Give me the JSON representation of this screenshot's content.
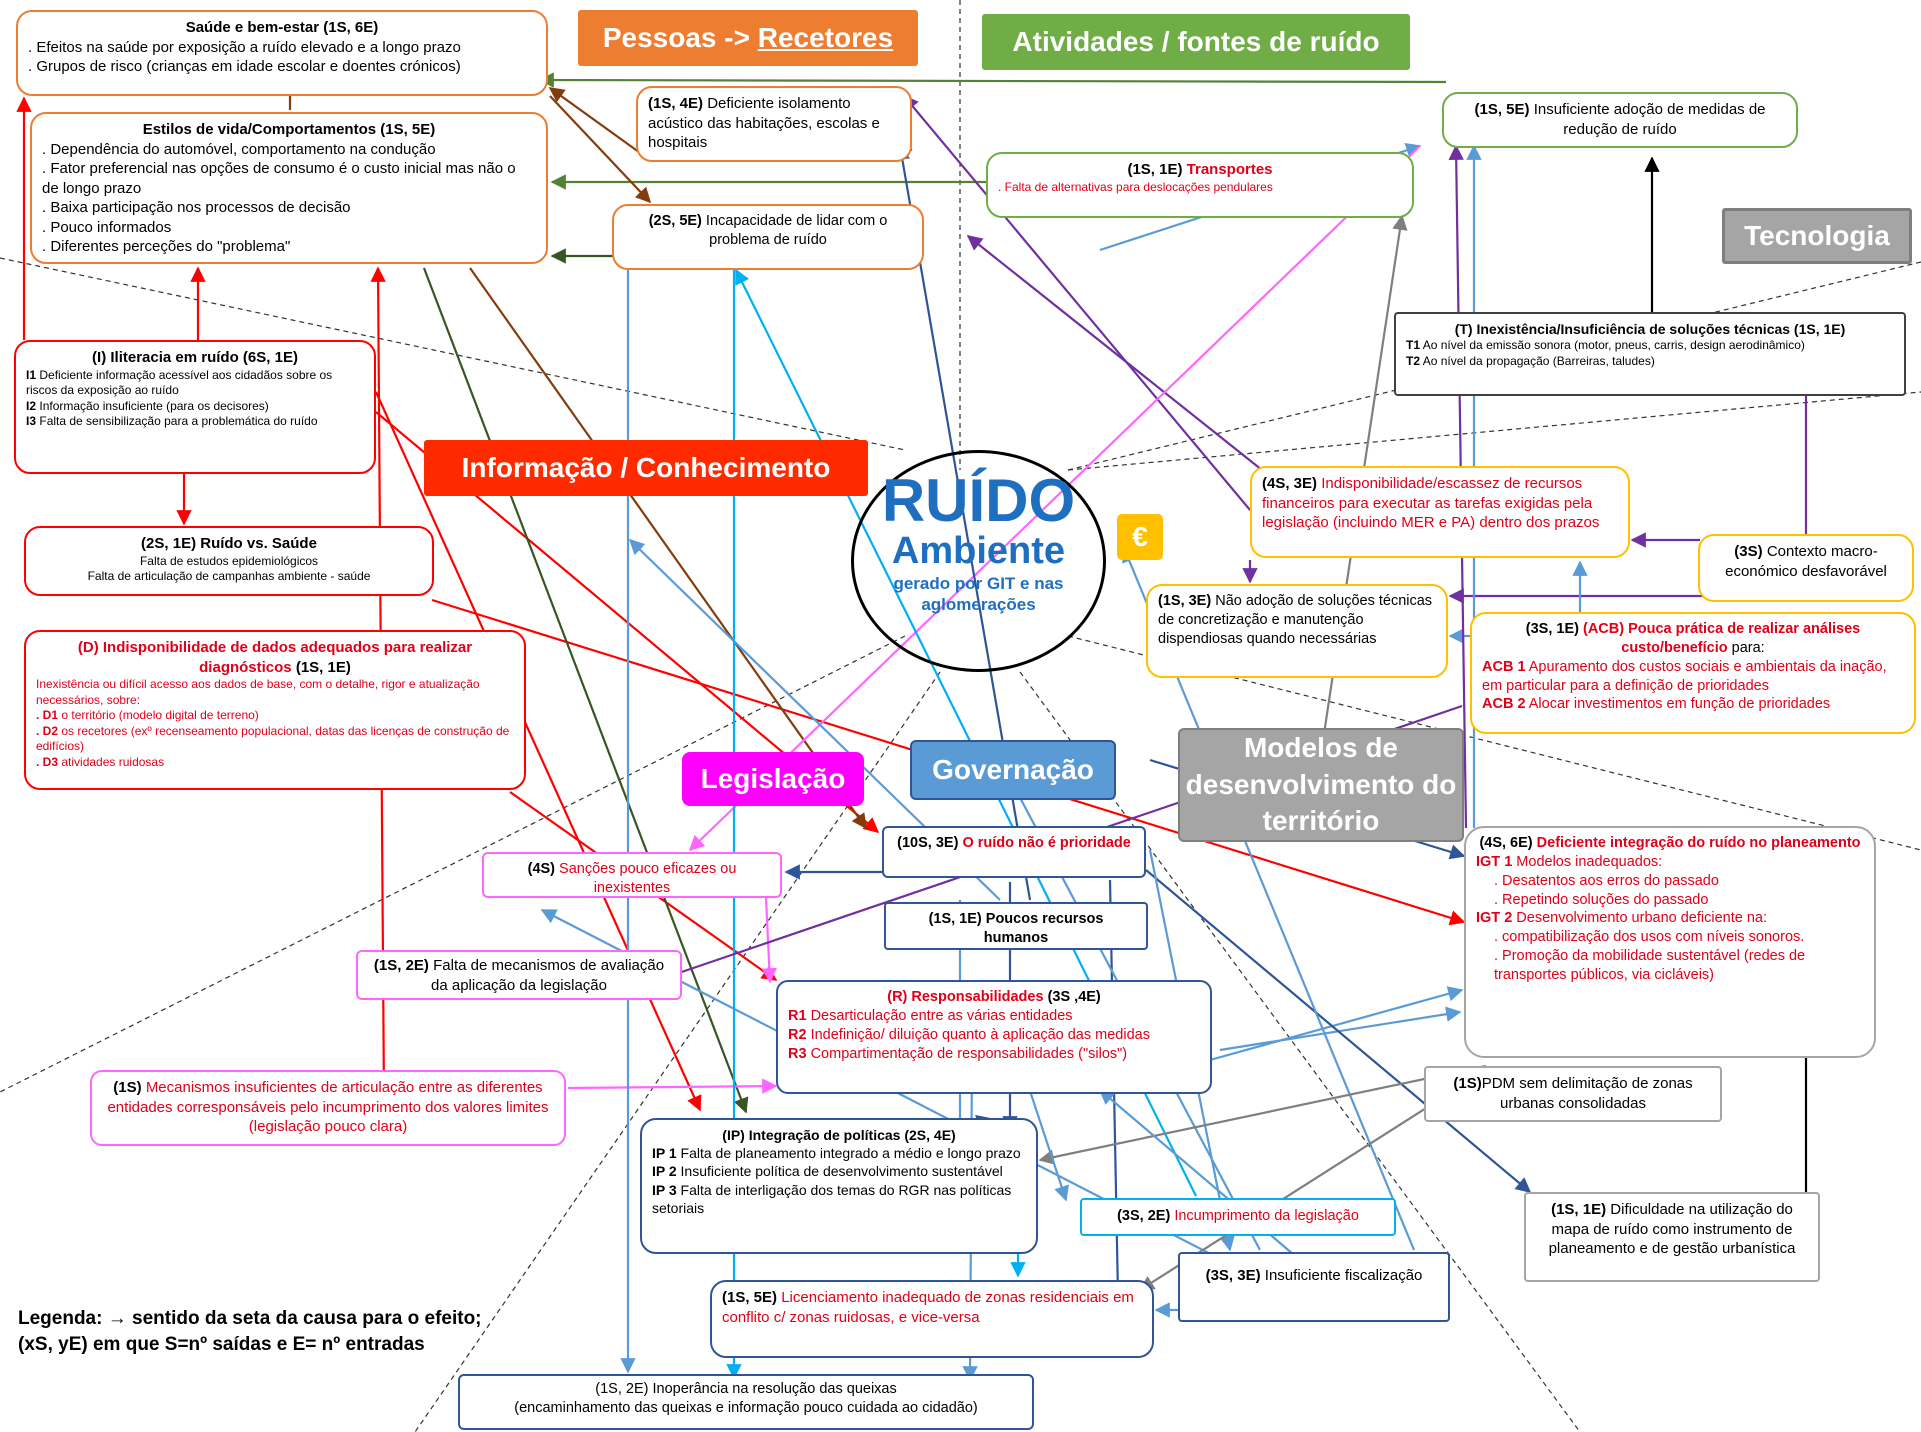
{
  "categories": {
    "pessoas_a": "Pessoas -> ",
    "pessoas_b": "Recetores",
    "atividades": "Atividades / fontes de ruído",
    "tecnologia": "Tecnologia",
    "informacao": "Informação / Conhecimento",
    "legislacao": "Legislação",
    "governacao": "Governação",
    "modelos": "Modelos de desenvolvimento do território"
  },
  "hub": {
    "title": "RUÍDO",
    "subtitle": "Ambiente",
    "caption": "gerado por GIT e nas aglomerações"
  },
  "euro_symbol": "€",
  "boxes": {
    "saude": {
      "title": "Saúde e bem-estar (1S, 6E)",
      "lines": [
        ". Efeitos na saúde por exposição a ruído elevado e a longo prazo",
        ". Grupos de risco (crianças em idade escolar e doentes crónicos)"
      ]
    },
    "estilos": {
      "title": "Estilos de vida/Comportamentos (1S, 5E)",
      "lines": [
        ". Dependência do automóvel, comportamento na condução",
        ". Fator preferencial nas opções de consumo é o custo inicial mas não o de longo prazo",
        ". Baixa participação nos processos de decisão",
        ". Pouco informados",
        ". Diferentes perceções do \"problema\""
      ]
    },
    "isolamento": {
      "code": "(1S, 4E)",
      "text": "Deficiente isolamento acústico das habitações, escolas e hospitais"
    },
    "incapacidade": {
      "code": "(2S, 5E)",
      "text": "Incapacidade de lidar com o problema de ruído"
    },
    "transportes": {
      "code": "(1S, 1E)",
      "title": "Transportes",
      "text": ". Falta de alternativas para deslocações pendulares"
    },
    "adocao": {
      "code": "(1S, 5E)",
      "text": "Insuficiente adoção de medidas de redução de ruído"
    },
    "tecnicas": {
      "title": "(T) Inexistência/Insuficiência de soluções técnicas (1S, 1E)",
      "t1_code": "T1",
      "t1": "Ao nível da emissão sonora (motor, pneus, carris, design aerodinâmico)",
      "t2_code": "T2",
      "t2": "Ao nível da propagação (Barreiras, taludes)"
    },
    "iliteracia": {
      "title": "(I) Iliteracia em ruído (6S, 1E)",
      "i1_code": "I1",
      "i1": "Deficiente informação acessível aos cidadãos sobre os riscos da exposição ao ruído",
      "i2_code": "I2",
      "i2": "Informação insuficiente (para os decisores)",
      "i3_code": "I3",
      "i3": "Falta de sensibilização para a problemática do ruído"
    },
    "ruido_saude": {
      "title": "(2S, 1E) Ruído vs. Saúde",
      "lines": [
        "Falta de estudos epidemiológicos",
        "Falta de articulação de campanhas ambiente - saúde"
      ]
    },
    "dados": {
      "title_a": "(D) Indisponibilidade de dados adequados para realizar diagnósticos",
      "title_b": "(1S, 1E)",
      "intro": "Inexistência ou difícil acesso aos dados de base, com o detalhe, rigor e atualização necessários, sobre:",
      "d1_code": ". D1",
      "d1": "o território (modelo digital de terreno)",
      "d2_code": ". D2",
      "d2": "os recetores (exº recenseamento populacional, datas das licenças de construção de edifícios)",
      "d3_code": ". D3",
      "d3": "atividades ruidosas"
    },
    "financeiros": {
      "code": "(4S, 3E)",
      "text": "Indisponibilidade/escassez de recursos financeiros para executar as tarefas exigidas pela legislação (incluindo MER e PA) dentro dos prazos"
    },
    "macro": {
      "code": "(3S)",
      "text": "Contexto macro-económico desfavorável"
    },
    "nao_adocao": {
      "code": "(1S, 3E)",
      "text": "Não adoção de soluções técnicas de concretização e manutenção dispendiosas quando necessárias"
    },
    "acb": {
      "code": "(3S, 1E)",
      "title": "(ACB) Pouca prática de realizar análises custo/benefício",
      "para": "para:",
      "a1_code": "ACB 1",
      "a1": "Apuramento dos custos sociais e ambientais da inação, em particular para a definição de prioridades",
      "a2_code": "ACB 2",
      "a2": "Alocar investimentos em função de prioridades"
    },
    "prioridade": {
      "code": "(10S, 3E)",
      "text": "O ruído não é prioridade"
    },
    "sancoes": {
      "code": "(4S)",
      "text": "Sanções pouco eficazes ou inexistentes"
    },
    "recursos": {
      "text": "(1S, 1E) Poucos recursos humanos"
    },
    "avaliacao": {
      "code": "(1S, 2E)",
      "text": "Falta de mecanismos de avaliação da aplicação da legislação"
    },
    "responsabilidades": {
      "title": "(R) Responsabilidades",
      "code": "(3S ,4E)",
      "r1_code": "R1",
      "r1": "Desarticulação entre as várias entidades",
      "r2_code": "R2",
      "r2": "Indefinição/ diluição quanto à aplicação das medidas",
      "r3_code": "R3",
      "r3": "Compartimentação de responsabilidades (\"silos\")"
    },
    "mecanismos": {
      "code": "(1S)",
      "text": "Mecanismos insuficientes de articulação entre as diferentes entidades corresponsáveis pelo incumprimento dos valores limites (legislação pouco clara)"
    },
    "integracao_pol": {
      "title": "(IP) Integração de políticas (2S, 4E)",
      "ip1_code": "IP 1",
      "ip1": "Falta de planeamento integrado a médio e longo prazo",
      "ip2_code": "IP 2",
      "ip2": "Insuficiente política de desenvolvimento sustentável",
      "ip3_code": "IP 3",
      "ip3": "Falta de interligação dos temas do RGR nas políticas setoriais"
    },
    "incumprimento": {
      "code": "(3S, 2E)",
      "text": "Incumprimento da legislação"
    },
    "licenciamento": {
      "code": "(1S, 5E)",
      "text": "Licenciamento inadequado de zonas residenciais em conflito c/ zonas ruidosas, e vice-versa"
    },
    "fiscalizacao": {
      "code": "(3S, 3E)",
      "text": "Insuficiente fiscalização"
    },
    "queixas": {
      "title": "(1S, 2E) Inoperância na resolução das queixas",
      "text": "(encaminhamento das queixas e informação pouco cuidada ao cidadão)"
    },
    "integracao_plan": {
      "code": "(4S, 6E)",
      "title": "Deficiente integração do ruído no planeamento",
      "igt1_code": "IGT 1",
      "igt1": "Modelos inadequados:",
      "igt1_a": ". Desatentos aos erros do passado",
      "igt1_b": ". Repetindo soluções do passado",
      "igt2_code": "IGT 2",
      "igt2": "Desenvolvimento urbano  deficiente na:",
      "igt2_a": ". compatibilização dos usos com níveis sonoros.",
      "igt2_b": ". Promoção da mobilidade sustentável (redes de transportes públicos, via cicláveis)"
    },
    "pdm": {
      "code": "(1S)",
      "text": "PDM sem delimitação de zonas urbanas consolidadas"
    },
    "mapa": {
      "code": "(1S, 1E)",
      "text": "Dificuldade na utilização do mapa de ruído como instrumento de planeamento e de gestão urbanística"
    }
  },
  "legend": {
    "line1": "Legenda: → sentido da seta da causa para o efeito;",
    "line2": "(xS, yE) em que S=nº saídas e E= nº entradas"
  },
  "colors": {
    "orange": "#ed7d31",
    "green": "#70ad47",
    "grey": "#a5a5a5",
    "red_category": "#ff2a00",
    "pink": "#ff00ff",
    "blue": "#5b9bd5",
    "yellow": "#ffc000",
    "red_text": "#e0001a"
  }
}
